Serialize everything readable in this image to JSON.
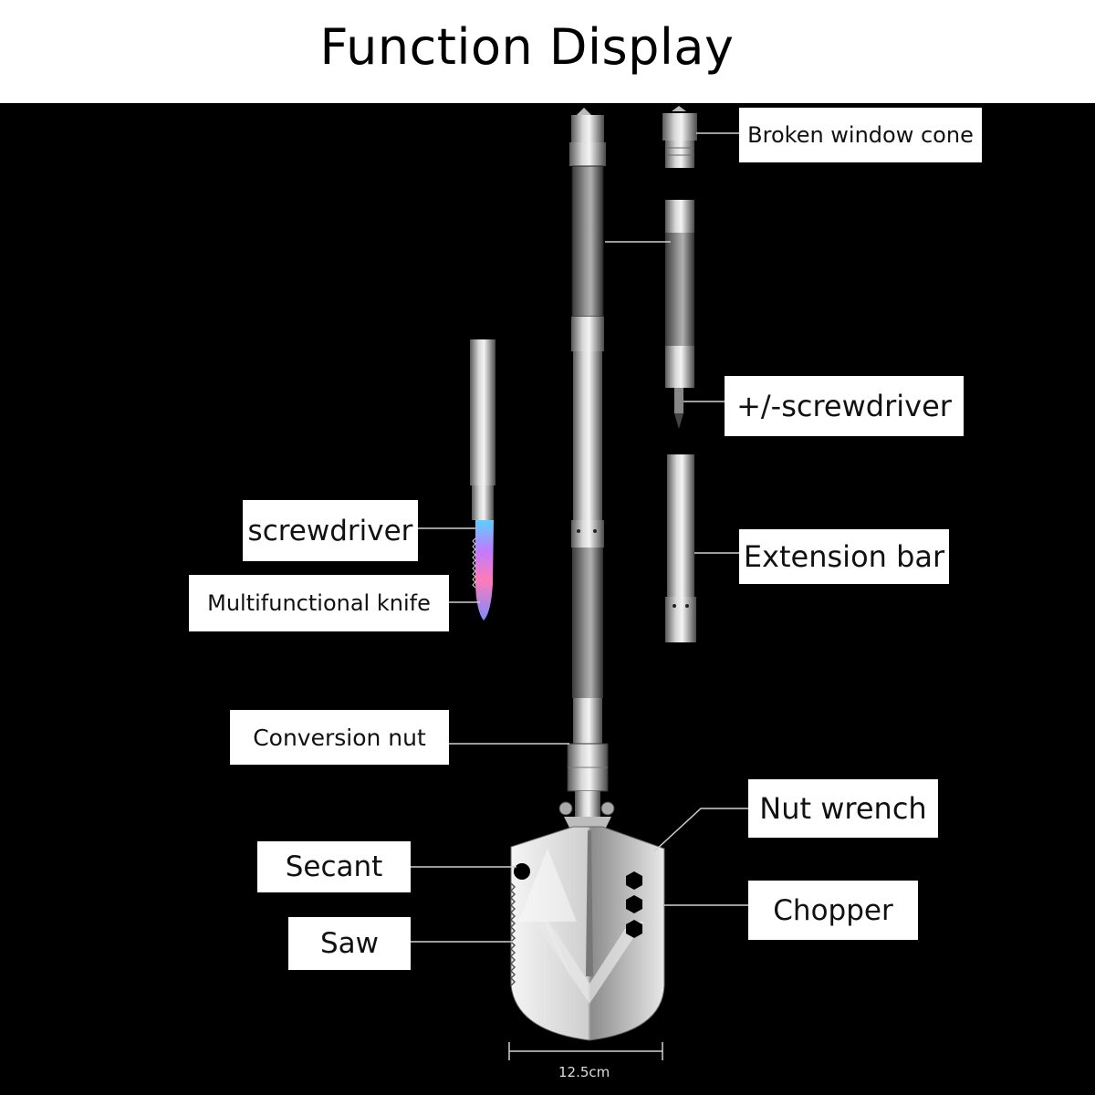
{
  "title": "Function Display",
  "labels": {
    "broken_window_cone": "Broken window cone",
    "plus_minus_screwdriver": "+/-screwdriver",
    "extension_bar": "Extension bar",
    "screwdriver": "screwdriver",
    "multifunctional_knife": "Multifunctional knife",
    "conversion_nut": "Conversion nut",
    "nut_wrench": "Nut wrench",
    "secant": "Secant",
    "chopper": "Chopper",
    "saw": "Saw"
  },
  "dimension": "12.5cm"
}
